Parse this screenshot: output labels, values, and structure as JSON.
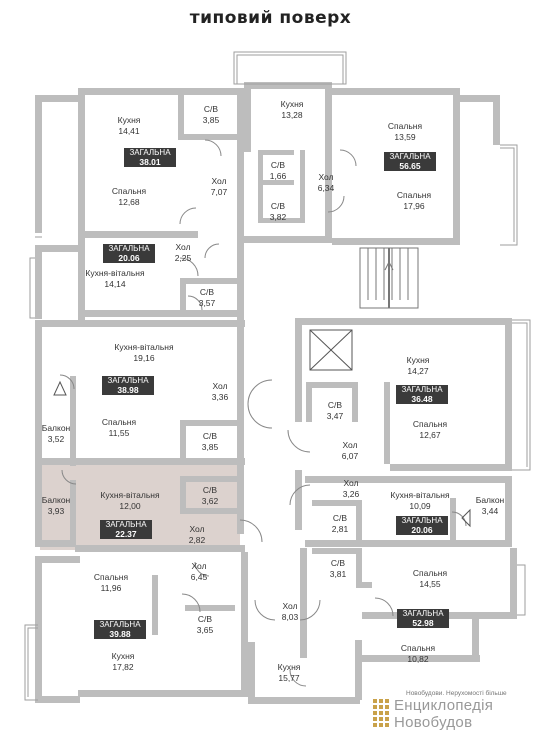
{
  "title": "типовий поверх",
  "total_label": "ЗАГАЛЬНА",
  "rooms": [
    {
      "id": "kitchen-a1",
      "name": "Кухня",
      "area": "14,41"
    },
    {
      "id": "bath-a1",
      "name": "С/В",
      "area": "3,85"
    },
    {
      "id": "hall-a1",
      "name": "Хол",
      "area": "7,07"
    },
    {
      "id": "bedroom-a1",
      "name": "Спальня",
      "area": "12,68"
    },
    {
      "id": "kitchen-c1",
      "name": "Кухня",
      "area": "13,28"
    },
    {
      "id": "bath-c1a",
      "name": "С/В",
      "area": "1,66"
    },
    {
      "id": "bath-c1b",
      "name": "С/В",
      "area": "3,82"
    },
    {
      "id": "hall-c1",
      "name": "Хол",
      "area": "6,34"
    },
    {
      "id": "bedroom-b1a",
      "name": "Спальня",
      "area": "13,59"
    },
    {
      "id": "bedroom-b1b",
      "name": "Спальня",
      "area": "17,96"
    },
    {
      "id": "hall-a2",
      "name": "Хол",
      "area": "2,25"
    },
    {
      "id": "kitchen-living-a2",
      "name": "Кухня-вітальня",
      "area": "14,14"
    },
    {
      "id": "bath-a2",
      "name": "С/В",
      "area": "3,57"
    },
    {
      "id": "kitchen-living-a3",
      "name": "Кухня-вітальня",
      "area": "19,16"
    },
    {
      "id": "hall-a3",
      "name": "Хол",
      "area": "3,36"
    },
    {
      "id": "balcony-a3",
      "name": "Балкон",
      "area": "3,52"
    },
    {
      "id": "bedroom-a3",
      "name": "Спальня",
      "area": "11,55"
    },
    {
      "id": "bath-a3",
      "name": "С/В",
      "area": "3,85"
    },
    {
      "id": "kitchen-b2",
      "name": "Кухня",
      "area": "14,27"
    },
    {
      "id": "bath-b2",
      "name": "С/В",
      "area": "3,47"
    },
    {
      "id": "hall-b2",
      "name": "Хол",
      "area": "6,07"
    },
    {
      "id": "bedroom-b2",
      "name": "Спальня",
      "area": "12,67"
    },
    {
      "id": "balcony-a4",
      "name": "Балкон",
      "area": "3,93"
    },
    {
      "id": "kitchen-living-a4",
      "name": "Кухня-вітальня",
      "area": "12,00"
    },
    {
      "id": "bath-a4",
      "name": "С/В",
      "area": "3,62"
    },
    {
      "id": "hall-a4",
      "name": "Хол",
      "area": "2,82"
    },
    {
      "id": "hall-b3",
      "name": "Хол",
      "area": "3,26"
    },
    {
      "id": "kitchen-living-b3",
      "name": "Кухня-вітальня",
      "area": "10,09"
    },
    {
      "id": "balcony-b3",
      "name": "Балкон",
      "area": "3,44"
    },
    {
      "id": "bath-b3",
      "name": "С/В",
      "area": "2,81"
    },
    {
      "id": "bedroom-a5",
      "name": "Спальня",
      "area": "11,96"
    },
    {
      "id": "hall-a5",
      "name": "Хол",
      "area": "6,45"
    },
    {
      "id": "bath-a5",
      "name": "С/В",
      "area": "3,65"
    },
    {
      "id": "kitchen-a5",
      "name": "Кухня",
      "area": "17,82"
    },
    {
      "id": "bath-b4",
      "name": "С/В",
      "area": "3,81"
    },
    {
      "id": "bedroom-b4a",
      "name": "Спальня",
      "area": "14,55"
    },
    {
      "id": "hall-c2",
      "name": "Хол",
      "area": "8,03"
    },
    {
      "id": "bedroom-b4b",
      "name": "Спальня",
      "area": "10,82"
    },
    {
      "id": "kitchen-c2",
      "name": "Кухня",
      "area": "15,77"
    }
  ],
  "totals": [
    {
      "id": "apt-a1",
      "value": "38.01"
    },
    {
      "id": "apt-b1",
      "value": "56.65"
    },
    {
      "id": "apt-a2",
      "value": "20.06"
    },
    {
      "id": "apt-a3",
      "value": "38.98"
    },
    {
      "id": "apt-b2",
      "value": "36.48"
    },
    {
      "id": "apt-a4",
      "value": "22.37"
    },
    {
      "id": "apt-b3",
      "value": "20.06"
    },
    {
      "id": "apt-a5",
      "value": "39.88"
    },
    {
      "id": "apt-b4",
      "value": "52.98"
    }
  ],
  "watermark": {
    "small": "Новобудови. Нерухомості більше",
    "line1": "Енциклопедія",
    "line2": "Новобудов"
  },
  "colors": {
    "wall": "#bdbdbd",
    "badge": "#3a3a3a",
    "highlight": "#d9cfcb"
  }
}
